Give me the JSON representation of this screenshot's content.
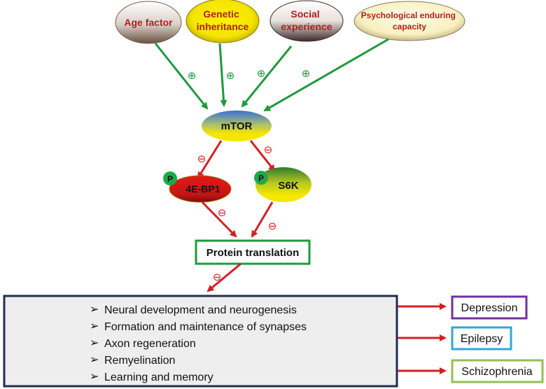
{
  "factors": [
    {
      "label_lines": [
        "Age factor"
      ]
    },
    {
      "label_lines": [
        "Genetic",
        "inheritance"
      ]
    },
    {
      "label_lines": [
        "Social",
        "experience"
      ]
    },
    {
      "label_lines": [
        "Psychological enduring",
        "capacity"
      ]
    }
  ],
  "activation_symbol": "⊕",
  "inhibition_symbol": "⊖",
  "mtor": {
    "label": "mTOR"
  },
  "phospho": {
    "label": "P"
  },
  "bp1": {
    "label": "4E-BP1"
  },
  "s6k": {
    "label": "S6K"
  },
  "protein": {
    "label": "Protein translation"
  },
  "bullet_glyph": "➢",
  "functions": [
    "Neural development and neurogenesis",
    "Formation and maintenance of synapses",
    "Axon regeneration",
    "Remyelination",
    "Learning and memory"
  ],
  "diseases": [
    {
      "label": "Depression",
      "color": "#7030a0"
    },
    {
      "label": "Epilepsy",
      "color": "#2ea8d8"
    },
    {
      "label": "Schizophrenia",
      "color": "#92c050"
    }
  ],
  "colors": {
    "activation": "#1e9a3c",
    "inhibition": "#d42020",
    "protein_box": "#1e9a3c",
    "function_box_border": "#1f2d50",
    "function_box_fill": "#eeeeee",
    "factor_text": "#b01e1e"
  }
}
